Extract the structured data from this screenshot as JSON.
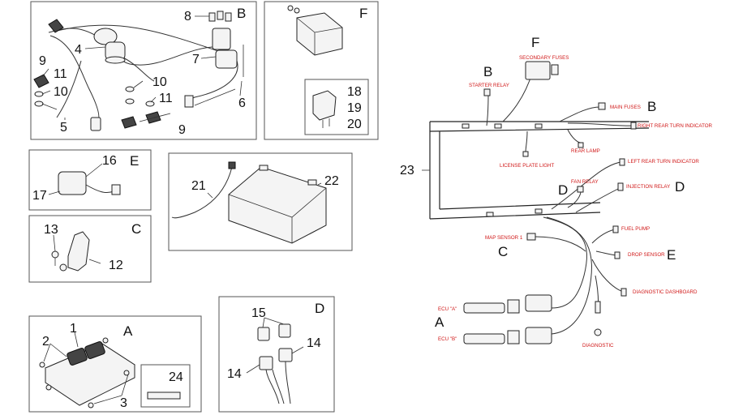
{
  "boxes": {
    "B": {
      "letter": "B",
      "numbers": [
        "8",
        "4",
        "7",
        "9",
        "11",
        "10",
        "10",
        "11",
        "5",
        "9",
        "6"
      ]
    },
    "F": {
      "letter": "F",
      "numbers": [
        "18",
        "19",
        "20"
      ]
    },
    "E": {
      "letter": "E",
      "numbers": [
        "16",
        "17"
      ]
    },
    "C": {
      "letter": "C",
      "numbers": [
        "13",
        "12"
      ]
    },
    "battery": {
      "numbers": [
        "21",
        "22"
      ]
    },
    "A": {
      "letter": "A",
      "numbers": [
        "1",
        "2",
        "3",
        "24"
      ]
    },
    "D": {
      "letter": "D",
      "numbers": [
        "15",
        "14",
        "14"
      ]
    }
  },
  "harness": {
    "number": "23",
    "letters": {
      "F": "F",
      "B1": "B",
      "B2": "B",
      "D1": "D",
      "D2": "D",
      "C": "C",
      "E": "E",
      "A": "A"
    },
    "labels": {
      "secondary_fuses": "SECONDARY FUSES",
      "starter_relay": "STARTER RELAY",
      "main_fuses": "MAIN FUSES",
      "right_rear_turn": "RIGHT REAR TURN INDICATOR",
      "rear_lamp": "REAR LAMP",
      "license_plate": "LICENSE PLATE LIGHT",
      "left_rear_turn": "LEFT REAR TURN INDICATOR",
      "fan_relay": "FAN RELAY",
      "injection_relay": "INJECTION RELAY",
      "fuel_pump": "FUEL PUMP",
      "map_sensor": "MAP SENSOR 1",
      "drop_sensor": "DROP SENSOR",
      "diagnostic_dashboard": "DIAGNOSTIC DASHBOARD",
      "ecu_a": "ECU \"A\"",
      "ecu_b": "ECU \"B\"",
      "diagnostic": "DIAGNOSTIC"
    }
  }
}
